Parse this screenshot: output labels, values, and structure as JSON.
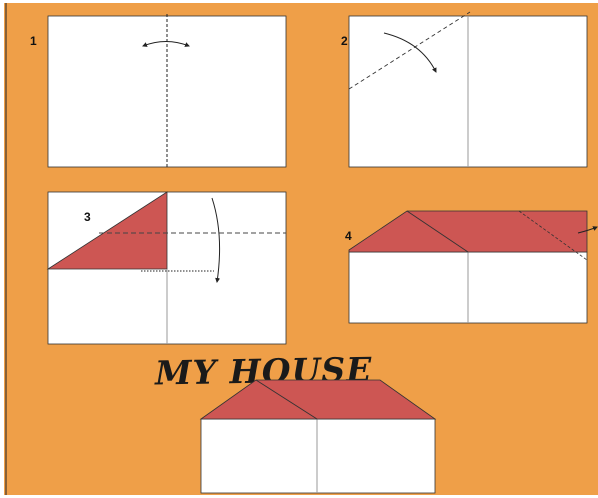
{
  "colors": {
    "background": "#EF9F48",
    "paper": "#FFFFFF",
    "roof": "#CD5653",
    "line": "#222222",
    "crease": "#9A9A9A"
  },
  "steps": [
    {
      "number": "1"
    },
    {
      "number": "2"
    },
    {
      "number": "3"
    },
    {
      "number": "4"
    }
  ],
  "title": "MY HOUSE"
}
